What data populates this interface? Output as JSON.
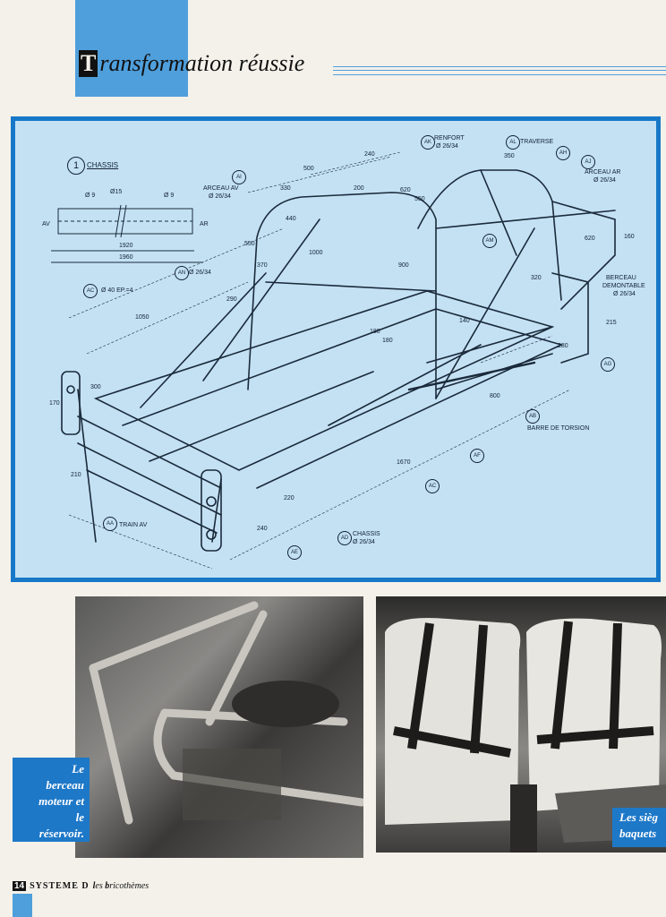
{
  "header": {
    "title_cap": "T",
    "title_rest": "ransformation réussie"
  },
  "blueprint": {
    "figure_number": "1",
    "figure_title": "CHASSIS",
    "tube_labels": {
      "d9_left": "Ø 9",
      "d15": "Ø15",
      "d9_right": "Ø 9",
      "av": "AV",
      "ar": "AR",
      "len1920": "1920",
      "len1960": "1960",
      "ac_spec": "Ø 40  EP.=4"
    },
    "callouts": {
      "AK": "AK",
      "AL": "AL",
      "AH": "AH",
      "AJ": "AJ",
      "AI": "AI",
      "AM": "AM",
      "AC": "AC",
      "AG": "AG",
      "AB": "AB",
      "AF": "AF",
      "AD": "AD",
      "AE": "AE",
      "AA": "AA",
      "AN": "AN"
    },
    "notes": {
      "renfort": "RENFORT",
      "renfort_d": "Ø 26/34",
      "traverse": "TRAVERSE",
      "arceau_av": "ARCEAU AV",
      "arceau_av_d": "Ø 26/34",
      "arceau_ar": "ARCEAU AR",
      "arceau_ar_d": "Ø 26/34",
      "an_d": "Ø 26/34",
      "berceau": "BERCEAU",
      "demontable": "DEMONTABLE",
      "berceau_d": "Ø 26/34",
      "barre": "BARRE DE TORSION",
      "chassis": "CHASSIS",
      "chassis_d": "Ø 26/34",
      "train": "TRAIN AV"
    },
    "dims": [
      "240",
      "350",
      "500",
      "330",
      "200",
      "620",
      "550",
      "440",
      "550",
      "370",
      "1000",
      "900",
      "290",
      "1050",
      "180",
      "180",
      "140",
      "160",
      "620",
      "320",
      "215",
      "280",
      "300",
      "170",
      "800",
      "1670",
      "210",
      "220",
      "240"
    ]
  },
  "photos": {
    "left_caption": [
      "Le",
      "berceau",
      "moteur et",
      "le",
      "réservoir."
    ],
    "right_caption": [
      "Les sièg",
      "baquets"
    ]
  },
  "footer": {
    "page": "14",
    "magazine": "SYSTEME D",
    "series_cap": "l",
    "series_rest": "es ",
    "series_cap2": "b",
    "series_rest2": "ricothèmes"
  }
}
